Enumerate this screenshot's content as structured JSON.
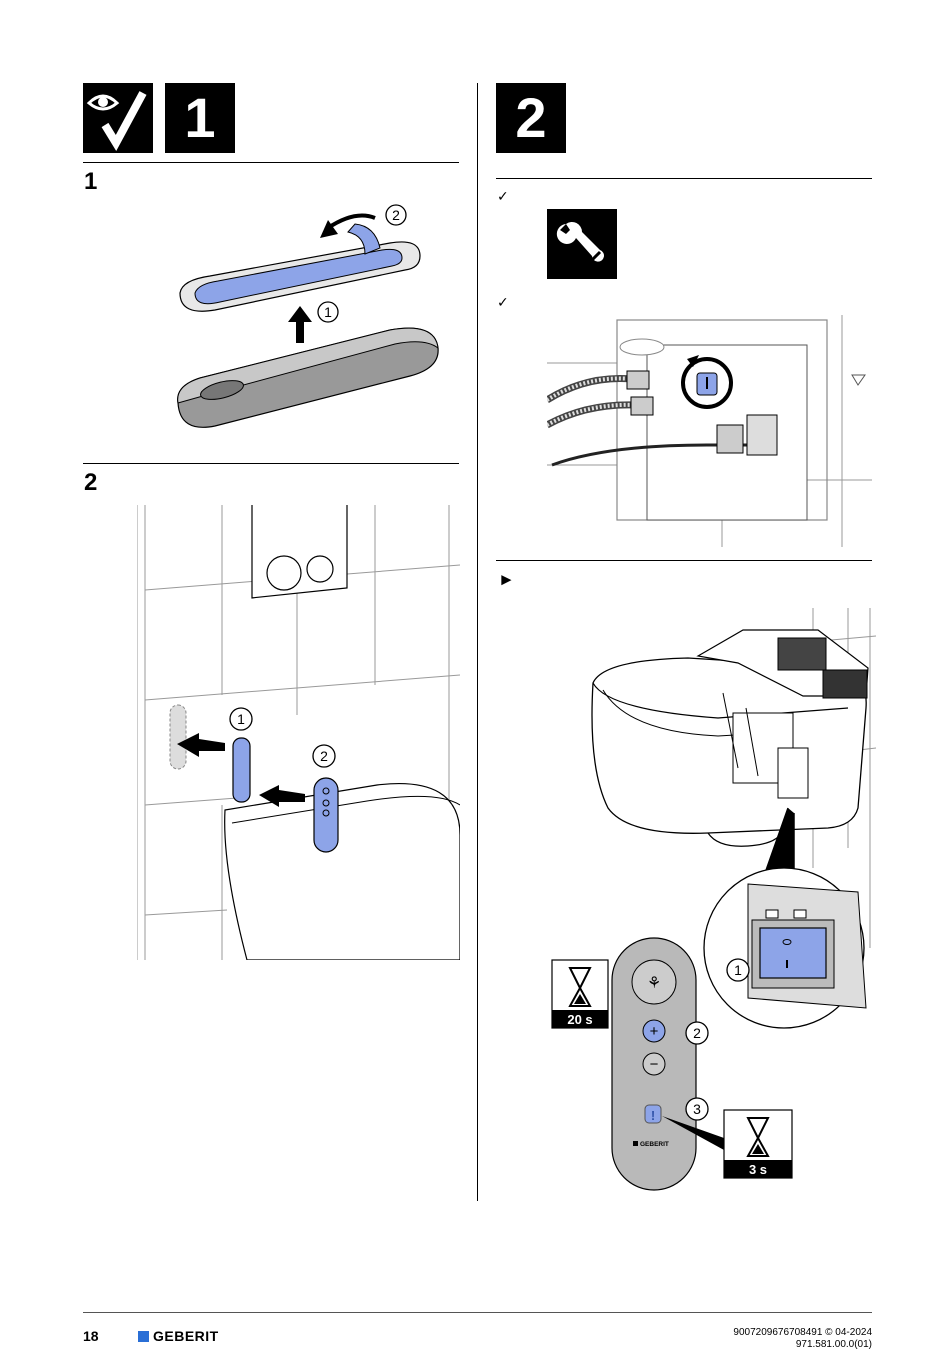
{
  "left": {
    "header_big_number": "1",
    "step1": {
      "number": "1",
      "callouts": [
        "2",
        "1"
      ]
    },
    "step2": {
      "number": "2",
      "callouts": [
        "1",
        "2"
      ]
    }
  },
  "right": {
    "header_big_number": "2",
    "checks": [
      "✓",
      "✓"
    ],
    "action_marker": "►",
    "switch_callout": "1",
    "plus_callout": "2",
    "info_callout": "3",
    "timer_long": "20 s",
    "timer_short": "3 s",
    "remote_brand": "GEBERIT"
  },
  "footer": {
    "page_number": "18",
    "brand": "GEBERIT",
    "doc_line1": "9007209676708491 © 04-2024",
    "doc_line2": "971.581.00.0(01)"
  },
  "colors": {
    "accent_blue": "#8da4e8",
    "brand_blue": "#2a6fd6",
    "remote_grey": "#b9b9b9"
  }
}
